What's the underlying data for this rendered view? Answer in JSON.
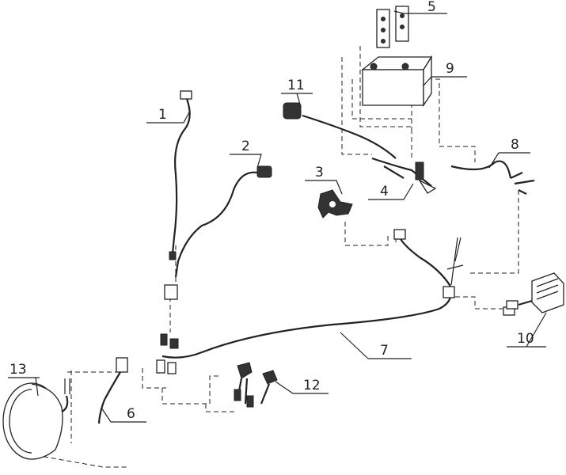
{
  "title": "Wiring harness exploded parts diagram",
  "callouts": {
    "c1": "1",
    "c2": "2",
    "c3": "3",
    "c4": "4",
    "c5": "5",
    "c6": "6",
    "c7": "7",
    "c8": "8",
    "c9": "9",
    "c10": "10",
    "c11": "11",
    "c12": "12",
    "c13": "13"
  }
}
